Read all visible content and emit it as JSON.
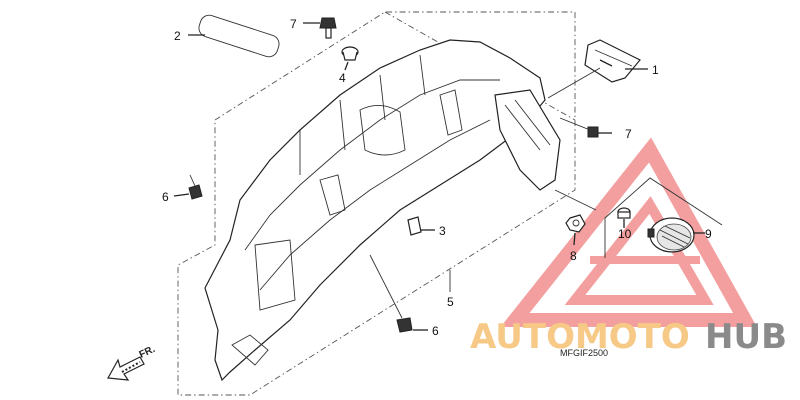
{
  "diagram": {
    "callouts": {
      "c1": "1",
      "c2": "2",
      "c3": "3",
      "c4": "4",
      "c5": "5",
      "c6a": "6",
      "c6b": "6",
      "c7a": "7",
      "c7b": "7",
      "c8": "8",
      "c9": "9",
      "c10": "10"
    },
    "drawing_code": "MFGIF2500",
    "front_marker": "FR.",
    "watermark": {
      "part1": "AUTOMOTO",
      "part2": "HUB",
      "color_light": "#f6c987",
      "color_dark": "#8a8a8a",
      "triangle_color": "#f08080"
    }
  }
}
